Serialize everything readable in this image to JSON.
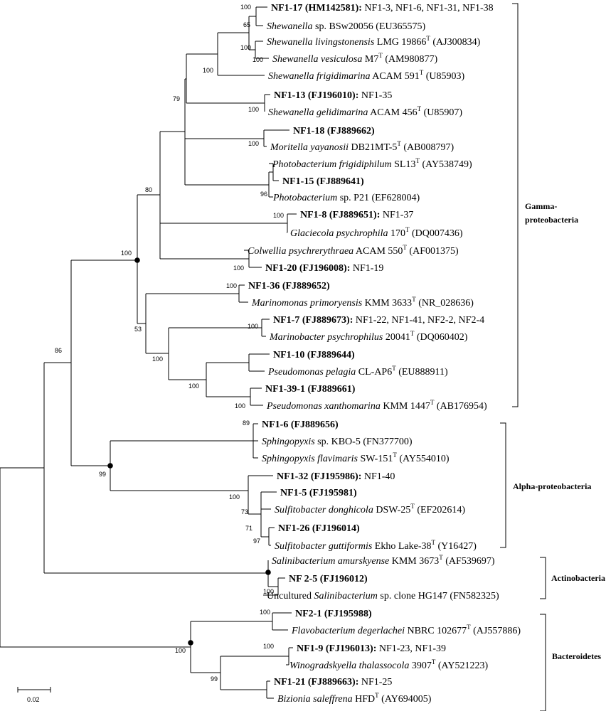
{
  "taxa": [
    {
      "id": "t1",
      "parts": [
        {
          "t": "NF1-17 (HM142581):",
          "b": true
        },
        {
          "t": " NF1-3, NF1-6, NF1-31, NF1-38"
        }
      ]
    },
    {
      "id": "t2",
      "parts": [
        {
          "t": "Shewanella",
          "i": true
        },
        {
          "t": " sp. BSw20056 (EU365575)"
        }
      ]
    },
    {
      "id": "t3",
      "parts": [
        {
          "t": "Shewanella livingstonensis",
          "i": true
        },
        {
          "t": " LMG 19866"
        },
        {
          "t": "T",
          "sup": true
        },
        {
          "t": " (AJ300834)"
        }
      ]
    },
    {
      "id": "t4",
      "parts": [
        {
          "t": "Shewanella vesiculosa",
          "i": true
        },
        {
          "t": " M7"
        },
        {
          "t": "T",
          "sup": true
        },
        {
          "t": " (AM980877)"
        }
      ]
    },
    {
      "id": "t5",
      "parts": [
        {
          "t": "Shewanella frigidimarina",
          "i": true
        },
        {
          "t": " ACAM 591"
        },
        {
          "t": "T",
          "sup": true
        },
        {
          "t": " (U85903)"
        }
      ]
    },
    {
      "id": "t6",
      "parts": [
        {
          "t": "NF1-13 (FJ196010):",
          "b": true
        },
        {
          "t": " NF1-35"
        }
      ]
    },
    {
      "id": "t7",
      "parts": [
        {
          "t": "Shewanella gelidimarina",
          "i": true
        },
        {
          "t": " ACAM 456"
        },
        {
          "t": "T",
          "sup": true
        },
        {
          "t": " (U85907)"
        }
      ]
    },
    {
      "id": "t8",
      "parts": [
        {
          "t": "NF1-18 (FJ889662)",
          "b": true
        }
      ]
    },
    {
      "id": "t9",
      "parts": [
        {
          "t": "Moritella yayanosii",
          "i": true
        },
        {
          "t": " DB21MT-5"
        },
        {
          "t": "T",
          "sup": true
        },
        {
          "t": " (AB008797)"
        }
      ]
    },
    {
      "id": "t10",
      "parts": [
        {
          "t": "Photobacterium frigidiphilum",
          "i": true
        },
        {
          "t": " SL13"
        },
        {
          "t": "T",
          "sup": true
        },
        {
          "t": " (AY538749)"
        }
      ]
    },
    {
      "id": "t11",
      "parts": [
        {
          "t": "NF1-15 (FJ889641)",
          "b": true
        }
      ]
    },
    {
      "id": "t12",
      "parts": [
        {
          "t": "Photobacterium",
          "i": true
        },
        {
          "t": " sp. P21 (EF628004)"
        }
      ]
    },
    {
      "id": "t13",
      "parts": [
        {
          "t": "NF1-8 (FJ889651):",
          "b": true
        },
        {
          "t": " NF1-37"
        }
      ]
    },
    {
      "id": "t14",
      "parts": [
        {
          "t": "Glaciecola psychrophila",
          "i": true
        },
        {
          "t": " 170"
        },
        {
          "t": "T",
          "sup": true
        },
        {
          "t": " (DQ007436)"
        }
      ]
    },
    {
      "id": "t15",
      "parts": [
        {
          "t": "Colwellia psychrerythraea",
          "i": true
        },
        {
          "t": " ACAM 550"
        },
        {
          "t": "T",
          "sup": true
        },
        {
          "t": " (AF001375)"
        }
      ]
    },
    {
      "id": "t16",
      "parts": [
        {
          "t": "NF1-20 (FJ196008):",
          "b": true
        },
        {
          "t": " NF1-19"
        }
      ]
    },
    {
      "id": "t17",
      "parts": [
        {
          "t": "NF1-36 (FJ889652)",
          "b": true
        }
      ]
    },
    {
      "id": "t18",
      "parts": [
        {
          "t": "Marinomonas primoryensis",
          "i": true
        },
        {
          "t": " KMM 3633"
        },
        {
          "t": "T",
          "sup": true
        },
        {
          "t": " (NR_028636)"
        }
      ]
    },
    {
      "id": "t19",
      "parts": [
        {
          "t": "NF1-7 (FJ889673):",
          "b": true
        },
        {
          "t": " NF1-22, NF1-41, NF2-2, NF2-4"
        }
      ]
    },
    {
      "id": "t20",
      "parts": [
        {
          "t": "Marinobacter psychrophilus",
          "i": true
        },
        {
          "t": " 20041"
        },
        {
          "t": "T",
          "sup": true
        },
        {
          "t": " (DQ060402)"
        }
      ]
    },
    {
      "id": "t21",
      "parts": [
        {
          "t": "NF1-10 (FJ889644)",
          "b": true
        }
      ]
    },
    {
      "id": "t22",
      "parts": [
        {
          "t": "Pseudomonas pelagia",
          "i": true
        },
        {
          "t": " CL-AP6"
        },
        {
          "t": "T",
          "sup": true
        },
        {
          "t": " (EU888911)"
        }
      ]
    },
    {
      "id": "t23",
      "parts": [
        {
          "t": "NF1-39-1 (FJ889661)",
          "b": true
        }
      ]
    },
    {
      "id": "t24",
      "parts": [
        {
          "t": "Pseudomonas xanthomarina",
          "i": true
        },
        {
          "t": " KMM 1447"
        },
        {
          "t": "T",
          "sup": true
        },
        {
          "t": " (AB176954)"
        }
      ]
    },
    {
      "id": "t25",
      "parts": [
        {
          "t": "NF1-6 (FJ889656)",
          "b": true
        }
      ]
    },
    {
      "id": "t26",
      "parts": [
        {
          "t": "Sphingopyxis",
          "i": true
        },
        {
          "t": " sp. KBO-5 (FN377700)"
        }
      ]
    },
    {
      "id": "t27",
      "parts": [
        {
          "t": "Sphingopyxis flavimaris",
          "i": true
        },
        {
          "t": " SW-151"
        },
        {
          "t": "T",
          "sup": true
        },
        {
          "t": " (AY554010)"
        }
      ]
    },
    {
      "id": "t28",
      "parts": [
        {
          "t": "NF1-32 (FJ195986):",
          "b": true
        },
        {
          "t": " NF1-40"
        }
      ]
    },
    {
      "id": "t29",
      "parts": [
        {
          "t": "NF1-5 (FJ195981)",
          "b": true
        }
      ]
    },
    {
      "id": "t30",
      "parts": [
        {
          "t": "Sulfitobacter donghicola",
          "i": true
        },
        {
          "t": " DSW-25"
        },
        {
          "t": "T",
          "sup": true
        },
        {
          "t": " (EF202614)"
        }
      ]
    },
    {
      "id": "t31",
      "parts": [
        {
          "t": "NF1-26 (FJ196014)",
          "b": true
        }
      ]
    },
    {
      "id": "t32",
      "parts": [
        {
          "t": "Sulfitobacter guttiformis",
          "i": true
        },
        {
          "t": " Ekho Lake-38"
        },
        {
          "t": "T",
          "sup": true
        },
        {
          "t": " (Y16427)"
        }
      ]
    },
    {
      "id": "t33",
      "parts": [
        {
          "t": "Salinibacterium amurskyense",
          "i": true
        },
        {
          "t": " KMM 3673"
        },
        {
          "t": "T",
          "sup": true
        },
        {
          "t": " (AF539697)"
        }
      ]
    },
    {
      "id": "t34",
      "parts": [
        {
          "t": "NF 2-5 (FJ196012)",
          "b": true
        }
      ]
    },
    {
      "id": "t35",
      "parts": [
        {
          "t": "Uncultured "
        },
        {
          "t": "Salinibacterium",
          "i": true
        },
        {
          "t": " sp. clone HG147 (FN582325)"
        }
      ]
    },
    {
      "id": "t36",
      "parts": [
        {
          "t": "NF2-1 (FJ195988)",
          "b": true
        }
      ]
    },
    {
      "id": "t37",
      "parts": [
        {
          "t": "Flavobacterium degerlachei",
          "i": true
        },
        {
          "t": " NBRC 102677"
        },
        {
          "t": "T",
          "sup": true
        },
        {
          "t": " (AJ557886)"
        }
      ]
    },
    {
      "id": "t38",
      "parts": [
        {
          "t": "NF1-9 (FJ196013):",
          "b": true
        },
        {
          "t": " NF1-23, NF1-39"
        }
      ]
    },
    {
      "id": "t39",
      "parts": [
        {
          "t": "Winogradskyella thalassocola",
          "i": true
        },
        {
          "t": " 3907"
        },
        {
          "t": "T",
          "sup": true
        },
        {
          "t": " (AY521223)"
        }
      ]
    },
    {
      "id": "t40",
      "parts": [
        {
          "t": "NF1-21 (FJ889663):",
          "b": true
        },
        {
          "t": " NF1-25"
        }
      ]
    },
    {
      "id": "t41",
      "parts": [
        {
          "t": "Bizionia saleffrena",
          "i": true
        },
        {
          "t": " HFD"
        },
        {
          "t": "T",
          "sup": true
        },
        {
          "t": " (AY694005)"
        }
      ]
    }
  ],
  "bootstrap": {
    "b100_shew": "100",
    "b65": "65",
    "b100_liv": "100",
    "b100_ves": "100",
    "b100_frig": "100",
    "b79": "79",
    "b100_nf113": "100",
    "b100_nf118": "100",
    "b96": "96",
    "b80": "80",
    "b100_nf18": "100",
    "b100_nf120": "100",
    "b100_gamma": "100",
    "b53": "53",
    "b100_nf136": "100",
    "b100_nf17": "100",
    "b100_mp": "100",
    "b100_pseu": "100",
    "b100_nf1391": "100",
    "b86": "86",
    "b89": "89",
    "b99_alpha": "99",
    "b100_sulfi": "100",
    "b73": "73",
    "b71": "71",
    "b97": "97",
    "b100_act": "100",
    "b100_nf21": "100",
    "b100_bact": "100",
    "b100_nf19": "100",
    "b99_bact": "99"
  },
  "groups": {
    "gamma_line1": "Gamma-",
    "gamma_line2": "proteobacteria",
    "alpha": "Alpha-proteobacteria",
    "actino": "Actinobacteria",
    "bacteroidetes": "Bacteroidetes"
  },
  "scale": {
    "label": "0.02"
  }
}
